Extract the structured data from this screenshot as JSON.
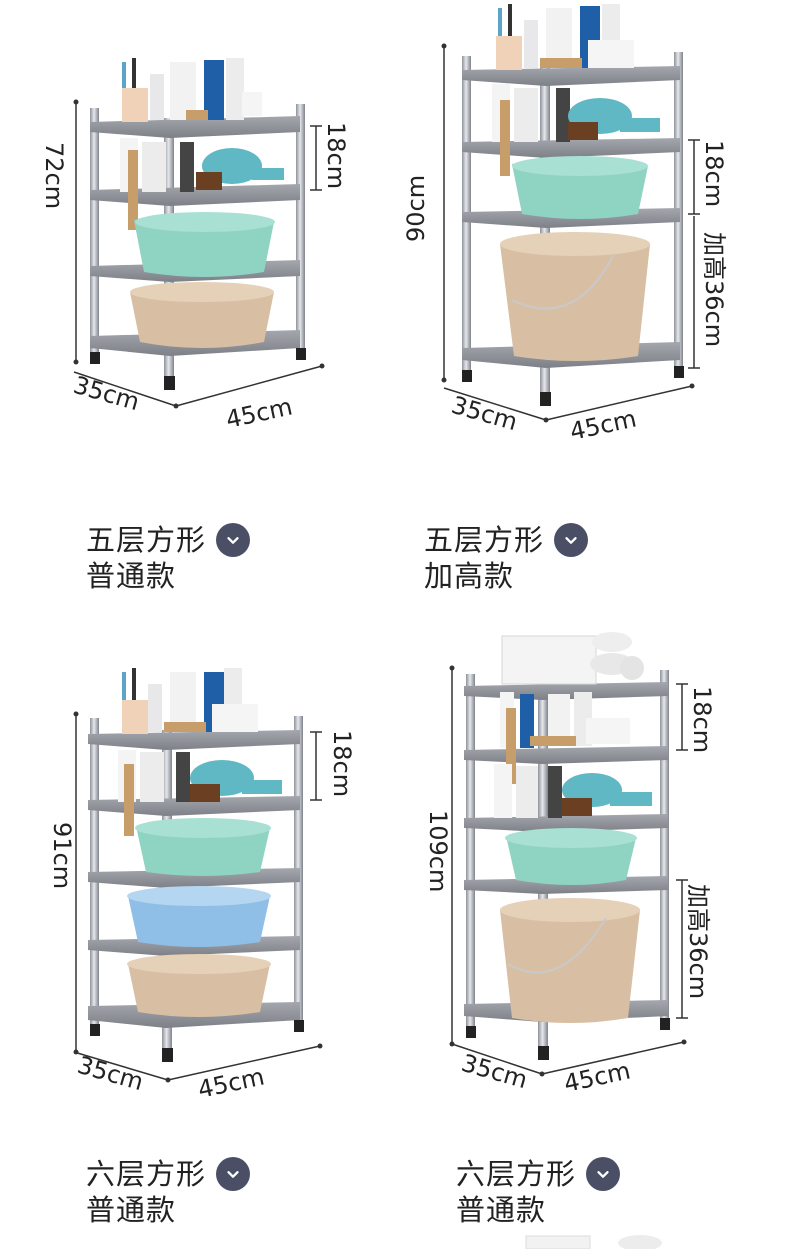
{
  "products": [
    {
      "title": "五层方形",
      "subtitle": "普通款",
      "height": "72cm",
      "depth": "35cm",
      "width": "45cm",
      "spacing": "18cm"
    },
    {
      "title": "五层方形",
      "subtitle": "加高款",
      "height": "90cm",
      "depth": "35cm",
      "width": "45cm",
      "spacing": "18cm",
      "tall_note": "加高36cm"
    },
    {
      "title": "六层方形",
      "subtitle": "普通款",
      "height": "91cm",
      "depth": "35cm",
      "width": "45cm",
      "spacing": "18cm"
    },
    {
      "title": "六层方形",
      "subtitle": "普通款",
      "height": "109cm",
      "depth": "35cm",
      "width": "45cm",
      "spacing": "18cm",
      "tall_note": "加高36cm"
    }
  ],
  "colors": {
    "frame": "#b9bcc3",
    "frame_dark": "#8d9199",
    "shelf": "#8e9198",
    "basin_teal": "#8fd3c3",
    "basin_tan": "#d8bfa4",
    "basin_blue": "#8fbfe6",
    "dryer": "#5fb8c4",
    "chevron_bg": "#4a4f66"
  }
}
